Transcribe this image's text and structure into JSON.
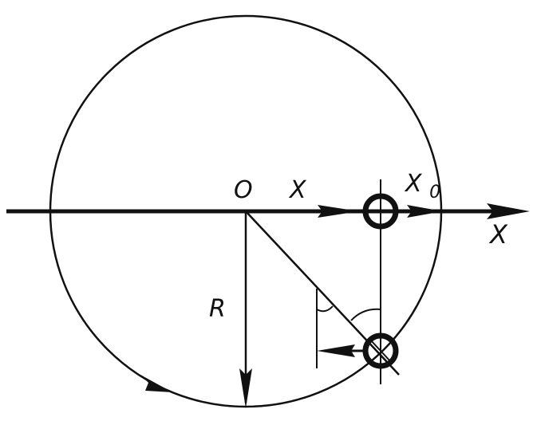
{
  "labels": {
    "origin": "O",
    "x_inline": "X",
    "x0": "X",
    "x0_subscript": "0",
    "x_axis": "X",
    "radius": "R"
  },
  "colors": {
    "ink": "#111111",
    "background": "#ffffff"
  }
}
